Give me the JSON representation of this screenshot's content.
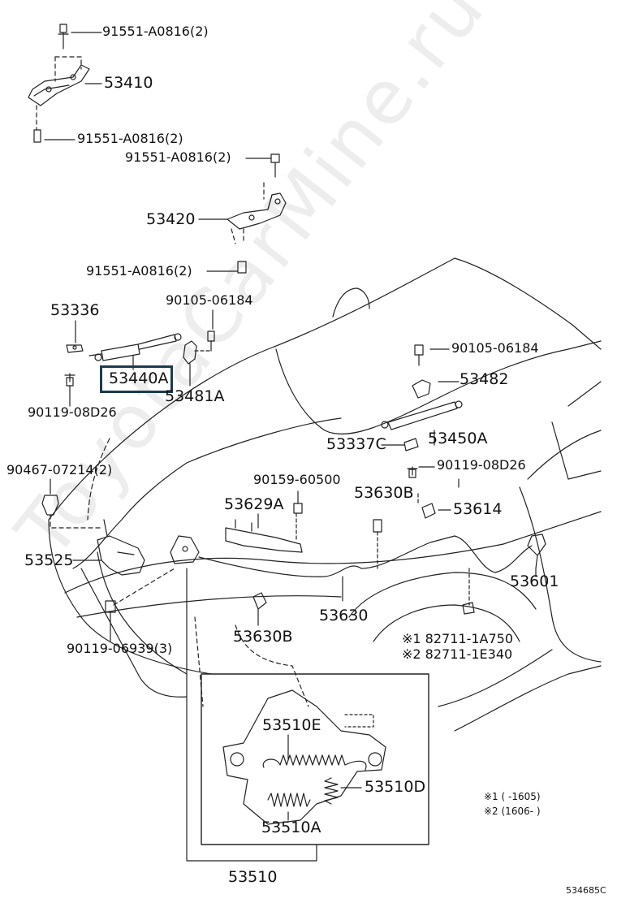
{
  "parts": {
    "p91551_top": "91551-A0816(2)",
    "p53410": "53410",
    "p91551_mid": "91551-A0816(2)",
    "p91551_b": "91551-A0816(2)",
    "p53420": "53420",
    "p91551_c": "91551-A0816(2)",
    "p53336": "53336",
    "p90105_left": "90105-06184",
    "p53440A": "53440A",
    "p53481A": "53481A",
    "p90119_left": "90119-08D26",
    "p90105_right": "90105-06184",
    "p53482": "53482",
    "p53450A": "53450A",
    "p53337C": "53337C",
    "p90119_right": "90119-08D26",
    "p90467": "90467-07214(2)",
    "p90159": "90159-60500",
    "p53630B_top": "53630B",
    "p53614": "53614",
    "p53629A": "53629A",
    "p53525": "53525",
    "p53601": "53601",
    "p53630": "53630",
    "p53630B_bot": "53630B",
    "p82711_1": "※1 82711-1A750",
    "p82711_2": "※2 82711-1E340",
    "p90119_06939": "90119-06939(3)",
    "p53510E": "53510E",
    "p53510D": "53510D",
    "p53510A": "53510A",
    "p53510": "53510"
  },
  "notes": {
    "note1": "※1 (      -1605)",
    "note2": "※2 (1606-      )"
  },
  "diagram_code": "534685C",
  "watermark": "ToyotaCarMine.ru",
  "highlight_color": "#1e3a4c"
}
